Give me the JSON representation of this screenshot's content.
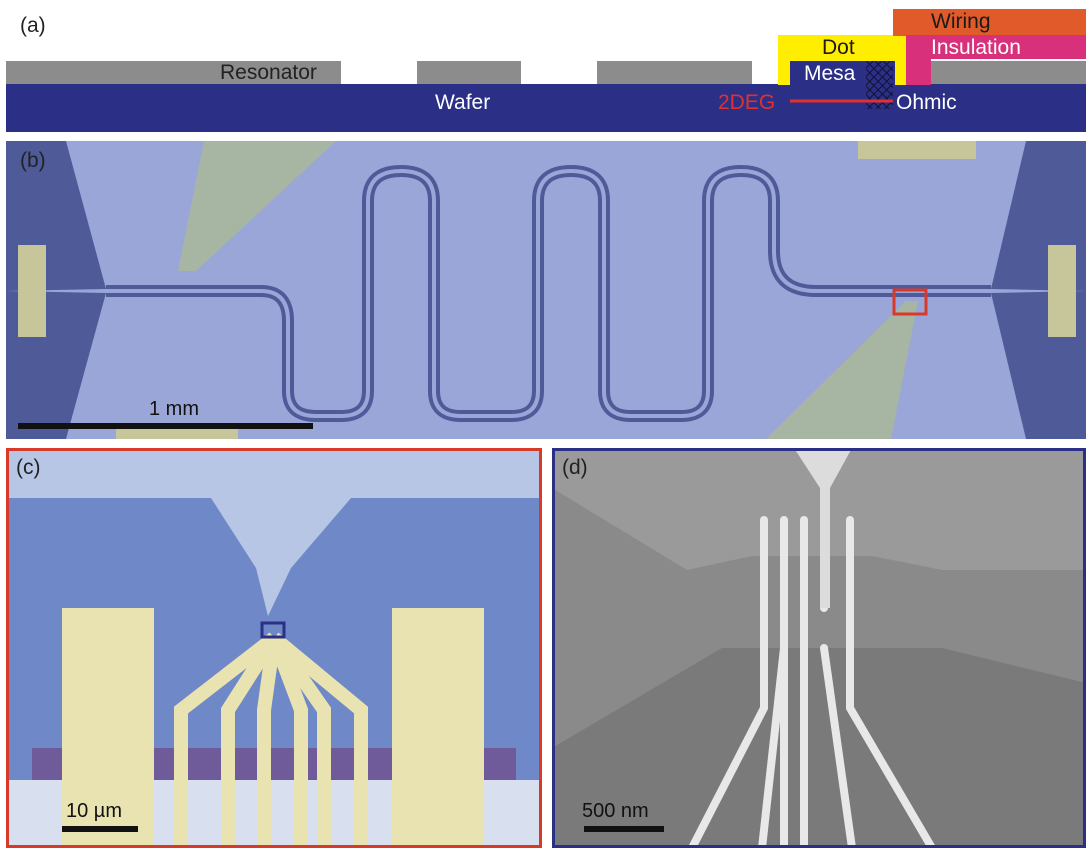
{
  "panels": {
    "a": {
      "label": "(a)",
      "layers": {
        "wiring": "Wiring",
        "insulation": "Insulation",
        "dot": "Dot",
        "mesa": "Mesa",
        "resonator": "Resonator",
        "wafer": "Wafer",
        "twodeg": "2DEG",
        "ohmic": "Ohmic"
      }
    },
    "b": {
      "label": "(b)",
      "scale_bar": "1 mm"
    },
    "c": {
      "label": "(c)",
      "scale_bar": "10 µm"
    },
    "d": {
      "label": "(d)",
      "scale_bar": "500 nm"
    }
  },
  "colors": {
    "wafer": "#2b2f86",
    "resonator": "#8c8c8c",
    "dot": "#ffee00",
    "wiring": "#e05a2a",
    "insulation": "#d8307a",
    "twodeg": "#e03030",
    "panel_c_border": "#d83a2a",
    "panel_d_border": "#2b2f86"
  }
}
